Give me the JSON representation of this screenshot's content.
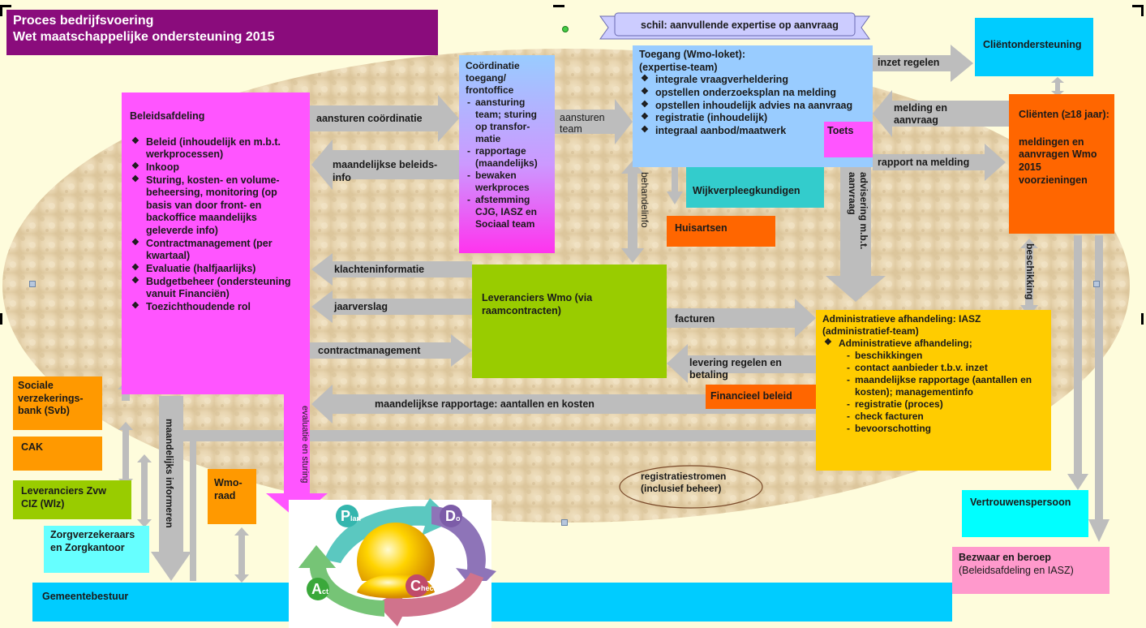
{
  "title": {
    "line1": "Proces bedrijfsvoering",
    "line2": "Wet maatschappelijke  ondersteuning 2015"
  },
  "banner": "schil: aanvullende expertise op aanvraag",
  "beleidsafdeling": {
    "title": "Beleidsafdeling",
    "items": [
      "Beleid (inhoudelijk en m.b.t. werkprocessen)",
      "Inkoop",
      "Sturing, kosten- en volume-beheersing, monitoring (op basis van door front- en backoffice maandelijks geleverde info)",
      "Contractmanagement (per kwartaal)",
      "Evaluatie (halfjaarlijks)",
      "Budgetbeheer (ondersteuning vanuit Financiën)",
      "Toezichthoudende rol"
    ]
  },
  "coordinatie": {
    "title": "Coördinatie toegang/ frontoffice",
    "items": [
      "aansturing team; sturing op transfor-matie",
      "rapportage (maandelijks)",
      "bewaken werkproces",
      "afstemming CJG, IASZ en Sociaal team"
    ]
  },
  "toegang": {
    "title": "Toegang (Wmo-loket):",
    "subtitle": "(expertise-team)",
    "items": [
      "integrale vraagverheldering",
      "opstellen onderzoeksplan na melding",
      "opstellen inhoudelijk advies na aanvraag",
      "registratie (inhoudelijk)",
      "integraal aanbod/maatwerk"
    ],
    "toets": "Toets"
  },
  "clientondersteuning": "Cliëntondersteuning",
  "clienten": {
    "title": "Cliënten (≥18 jaar):",
    "body": "meldingen en aanvragen Wmo 2015 voorzieningen"
  },
  "wijkverpleegkundigen": "Wijkverpleegkundigen",
  "huisartsen": "Huisartsen",
  "leveranciers_wmo": "Leveranciers Wmo (via raamcontracten)",
  "administratie": {
    "title": "Administratieve afhandeling: IASZ",
    "subtitle": "(administratief-team)",
    "main_item": "Administratieve afhandeling;",
    "items": [
      "beschikkingen",
      "contact aanbieder t.b.v. inzet",
      "maandelijkse rapportage (aantallen en kosten); managementinfo",
      "registratie (proces)",
      "check facturen",
      "bevoorschotting"
    ]
  },
  "financieel_beleid": "Financieel beleid",
  "svb": "Sociale verzekerings-bank (Svb)",
  "cak": "CAK",
  "leveranciers_zvw": "Leveranciers Zvw CIZ (Wlz)",
  "zorgverzekeraars": "Zorgverzekeraars en Zorgkantoor",
  "wmo_raad": "Wmo-raad",
  "gemeentebestuur": "Gemeentebestuur",
  "vertrouwenspersoon": "Vertrouwenspersoon",
  "bezwaar": {
    "title": "Bezwaar en beroep",
    "subtitle": "(Beleidsafdeling en IASZ)"
  },
  "registratiestromen": "registratiestromen (inclusief beheer)",
  "pdca": {
    "plan": "P",
    "plan_sub": "lan",
    "do": "D",
    "do_sub": "o",
    "check": "C",
    "check_sub": "heck",
    "act": "A",
    "act_sub": "ct"
  },
  "arrows": {
    "aansturen_coordinatie": "aansturen coördinatie",
    "maandelijkse_beleidsinfo_1": "maandelijkse beleids-",
    "maandelijkse_beleidsinfo_2": "info",
    "aansturen_team_1": "aansturen",
    "aansturen_team_2": "team",
    "inzet_regelen": "inzet regelen",
    "melding_aanvraag_1": "melding en",
    "melding_aanvraag_2": "aanvraag",
    "rapport_na_melding": "rapport na  melding",
    "behandelinfo": "behandelinfo",
    "advisering": "advisering m.b.t. aanvraag",
    "klachteninformatie": "klachteninformatie",
    "jaarverslag": "jaarverslag",
    "contractmanagement": "contractmanagement",
    "facturen": "facturen",
    "levering_1": "levering regelen en",
    "levering_2": "betaling",
    "maandelijkse_rapportage": "maandelijkse rapportage: aantallen en kosten",
    "beschikking": "beschikking",
    "maandelijks_informeren": "maandelijks informeren",
    "evaluatie_sturing": "evaluatie en sturing"
  },
  "colors": {
    "title_bg": "#8a0c7c",
    "beleid": "#ff55ff",
    "coordinatie_top": "#99ccff",
    "coordinatie_bottom": "#ff33ee",
    "toegang": "#99ccff",
    "client": "#ff6600",
    "clientondersteuning": "#00ccff",
    "leveranciers": "#99cc00",
    "administratie": "#ffcc00",
    "orange_box": "#ff9900",
    "arrow": "#bdbdbd"
  }
}
